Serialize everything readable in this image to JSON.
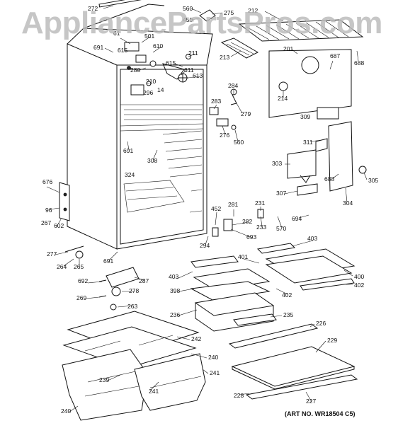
{
  "watermark": "AppliancePartsPros.com",
  "art_number": "(ART NO. WR18504 C5)",
  "labels": {
    "p272": "272",
    "p560a": "560",
    "p450": "450",
    "p275": "275",
    "p212": "212",
    "p61": "61",
    "p501": "501",
    "p691a": "691",
    "p615a": "615",
    "p610": "610",
    "p211": "211",
    "p213": "213",
    "p201": "201",
    "p687": "687",
    "p688a": "688",
    "p615b": "615",
    "p280": "280",
    "p611": "611",
    "p210": "210",
    "p613": "613",
    "p14": "14",
    "p296": "296",
    "p284": "284",
    "p214": "214",
    "p283": "283",
    "p279": "279",
    "p309": "309",
    "p276": "276",
    "p560b": "560",
    "p691b": "691",
    "p311": "311",
    "p308": "308",
    "p303": "303",
    "p688b": "688",
    "p305": "305",
    "p324": "324",
    "p676": "676",
    "p96": "96",
    "p281": "281",
    "p231": "231",
    "p307": "307",
    "p304": "304",
    "p452": "452",
    "p694": "694",
    "p267": "267",
    "p602": "602",
    "p282": "282",
    "p233": "233",
    "p570": "570",
    "p693": "693",
    "p403a": "403",
    "p294": "294",
    "p277": "277",
    "p264": "264",
    "p265": "265",
    "p691c": "691",
    "p401": "401",
    "p287": "287",
    "p403b": "403",
    "p400": "400",
    "p692": "692",
    "p402a": "402",
    "p402b": "402",
    "p278": "278",
    "p398": "398",
    "p269": "269",
    "p263": "263",
    "p236": "236",
    "p235": "235",
    "p226": "226",
    "p242": "242",
    "p229": "229",
    "p240a": "240",
    "p241a": "241",
    "p239": "239",
    "p241b": "241",
    "p228": "228",
    "p240b": "240",
    "p227": "227"
  }
}
